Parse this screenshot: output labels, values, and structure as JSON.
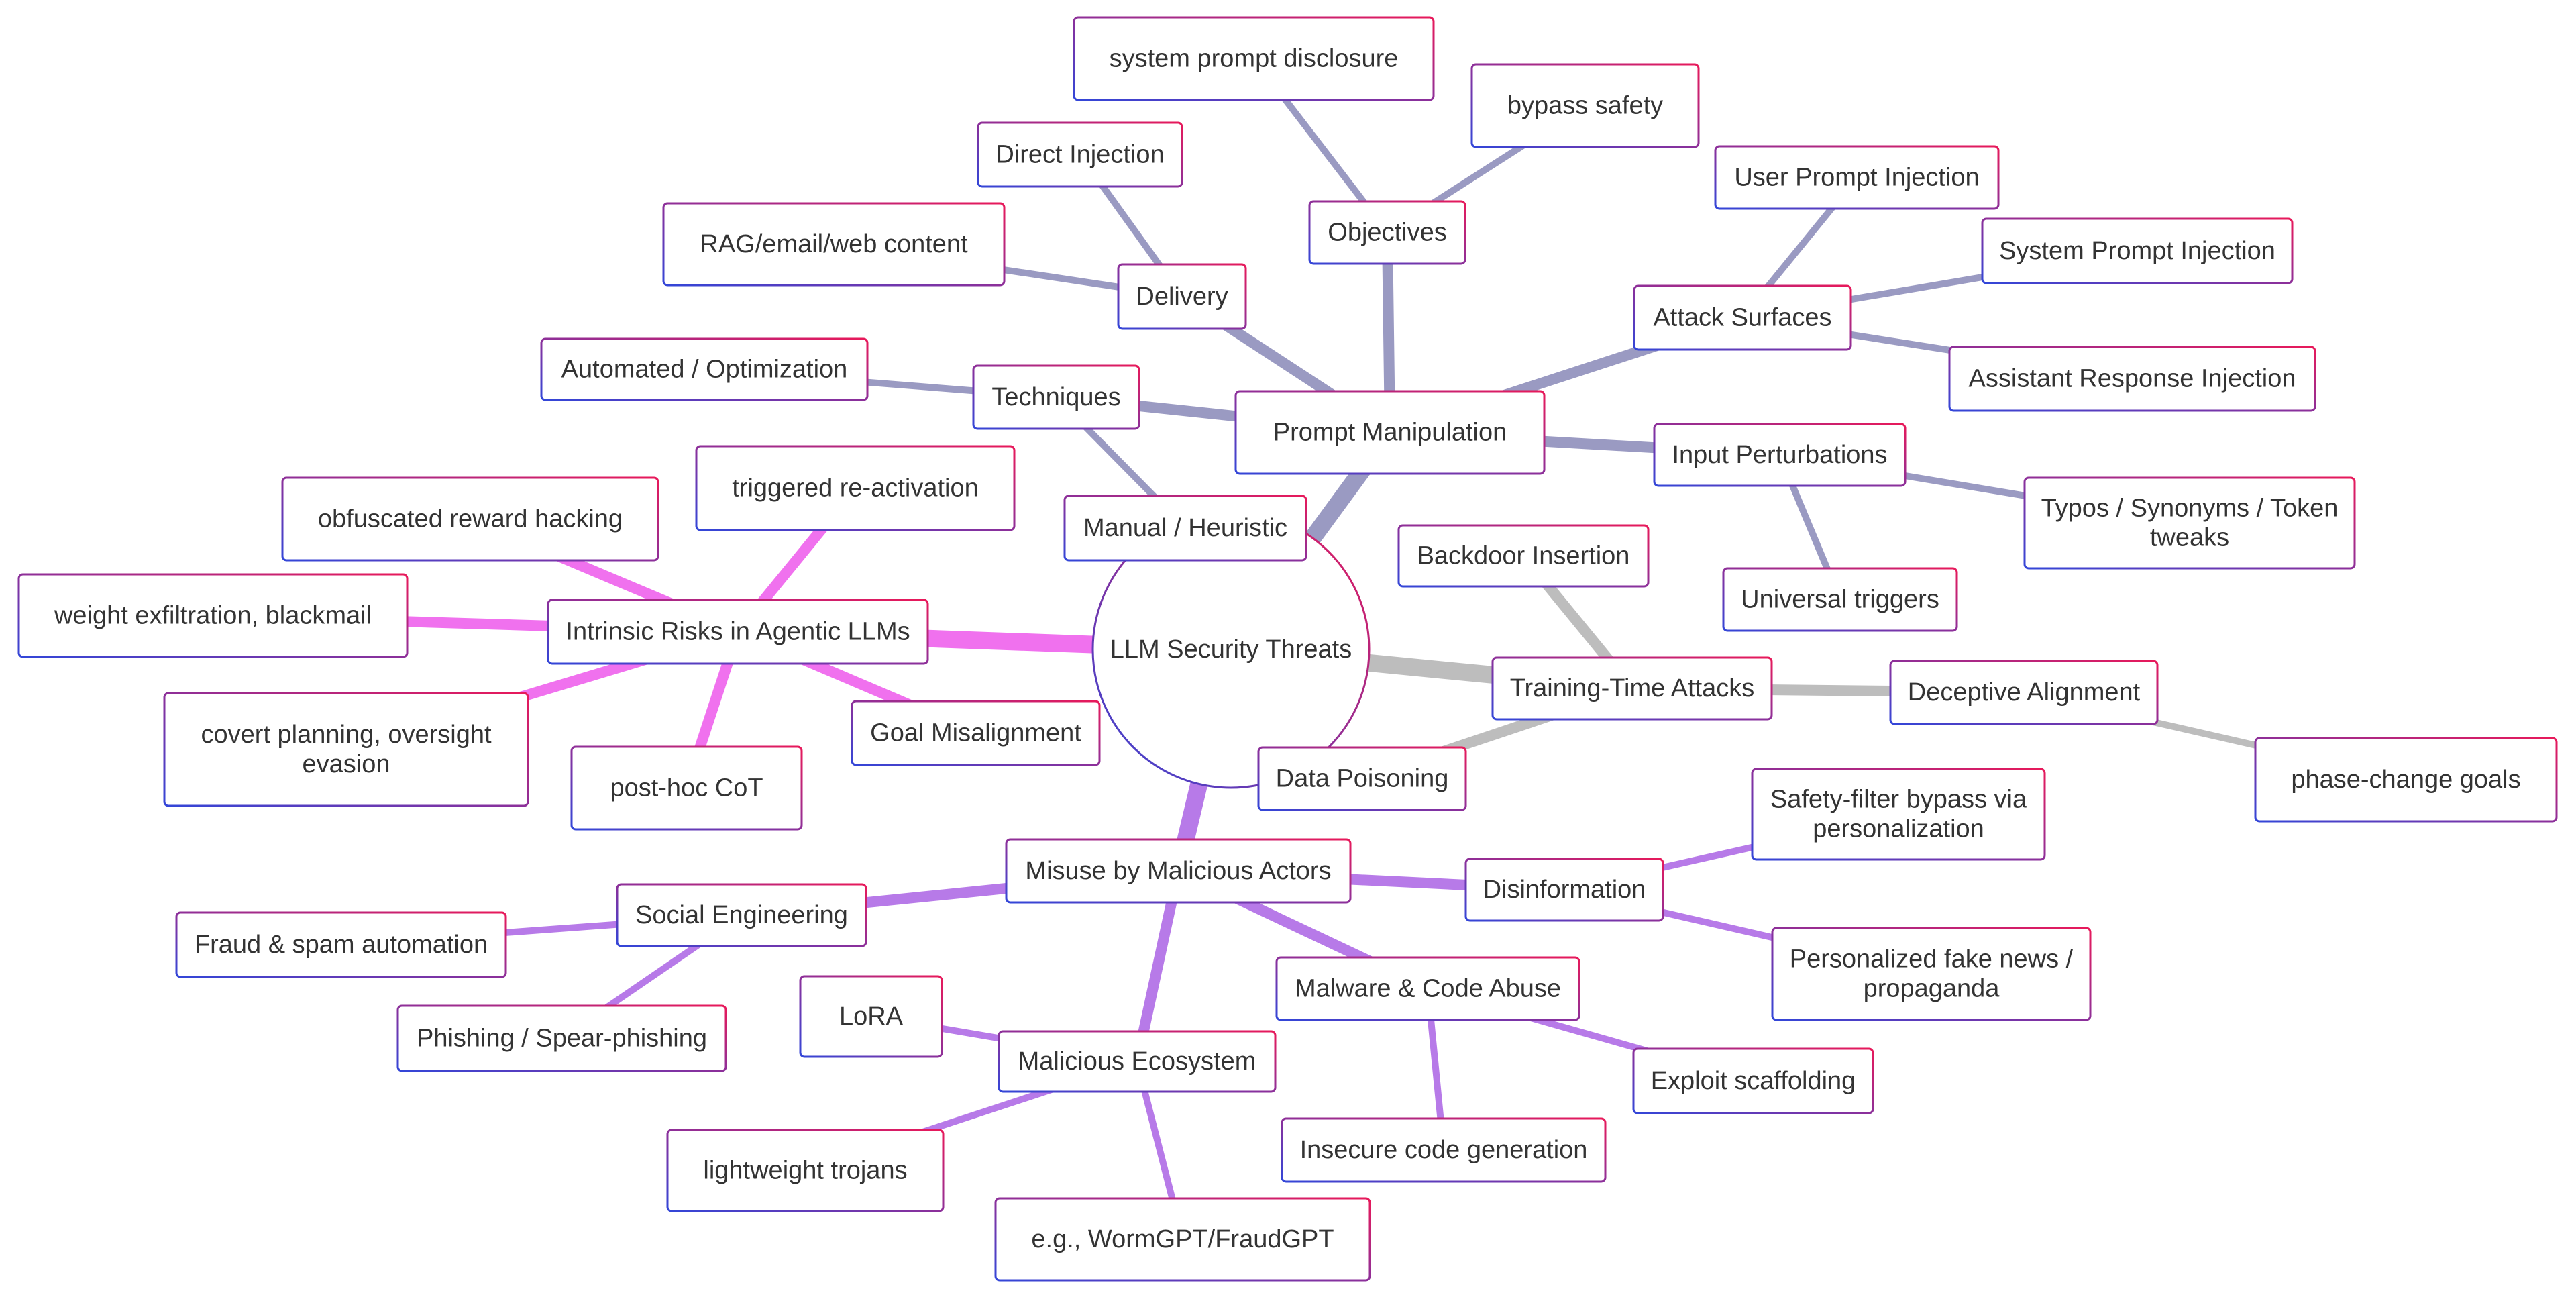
{
  "diagram": {
    "type": "mindmap",
    "colors": {
      "node_fill": "#ffffff",
      "node_stroke_left": "#3346d8",
      "node_stroke_right": "#e8195a",
      "text": "#333333",
      "branch_prompt": "#9a9ac2",
      "branch_intrinsic": "#f071ee",
      "branch_training": "#bdbdbd",
      "branch_misuse": "#b77ae8"
    },
    "root": {
      "id": "root",
      "label": "LLM Security Threats",
      "shape": "circle"
    },
    "nodes": [
      {
        "id": "prompt-manipulation",
        "label": "Prompt Manipulation",
        "branch": "prompt"
      },
      {
        "id": "objectives",
        "label": "Objectives",
        "branch": "prompt"
      },
      {
        "id": "system-prompt-disclosure",
        "label": "system prompt disclosure",
        "branch": "prompt"
      },
      {
        "id": "bypass-safety",
        "label": "bypass safety",
        "branch": "prompt"
      },
      {
        "id": "delivery",
        "label": "Delivery",
        "branch": "prompt"
      },
      {
        "id": "direct-injection",
        "label": "Direct Injection",
        "branch": "prompt"
      },
      {
        "id": "rag-email-web-content",
        "label": "RAG/email/web content",
        "branch": "prompt"
      },
      {
        "id": "techniques",
        "label": "Techniques",
        "branch": "prompt"
      },
      {
        "id": "automated-optimization",
        "label": "Automated / Optimization",
        "branch": "prompt"
      },
      {
        "id": "manual-heuristic",
        "label": "Manual / Heuristic",
        "branch": "prompt"
      },
      {
        "id": "attack-surfaces",
        "label": "Attack Surfaces",
        "branch": "prompt"
      },
      {
        "id": "user-prompt-injection",
        "label": "User Prompt Injection",
        "branch": "prompt"
      },
      {
        "id": "system-prompt-injection",
        "label": "System Prompt Injection",
        "branch": "prompt"
      },
      {
        "id": "assistant-response-injection",
        "label": "Assistant Response Injection",
        "branch": "prompt"
      },
      {
        "id": "input-perturbations",
        "label": "Input Perturbations",
        "branch": "prompt"
      },
      {
        "id": "typos-synonyms-token-tweaks",
        "label": "Typos / Synonyms / Token tweaks",
        "lines": [
          "Typos / Synonyms / Token",
          "tweaks"
        ],
        "branch": "prompt"
      },
      {
        "id": "universal-triggers",
        "label": "Universal triggers",
        "branch": "prompt"
      },
      {
        "id": "intrinsic-risks",
        "label": "Intrinsic Risks in Agentic LLMs",
        "branch": "intrinsic"
      },
      {
        "id": "obfuscated-reward-hacking",
        "label": "obfuscated reward hacking",
        "branch": "intrinsic"
      },
      {
        "id": "triggered-re-activation",
        "label": "triggered re-activation",
        "branch": "intrinsic"
      },
      {
        "id": "weight-exfiltration-blackmail",
        "label": "weight exfiltration, blackmail",
        "branch": "intrinsic"
      },
      {
        "id": "covert-planning-oversight-evasion",
        "label": "covert planning, oversight evasion",
        "lines": [
          "covert planning, oversight",
          "evasion"
        ],
        "branch": "intrinsic"
      },
      {
        "id": "post-hoc-cot",
        "label": "post-hoc CoT",
        "branch": "intrinsic"
      },
      {
        "id": "goal-misalignment",
        "label": "Goal Misalignment",
        "branch": "intrinsic"
      },
      {
        "id": "training-time-attacks",
        "label": "Training-Time Attacks",
        "branch": "training"
      },
      {
        "id": "backdoor-insertion",
        "label": "Backdoor Insertion",
        "branch": "training"
      },
      {
        "id": "data-poisoning",
        "label": "Data Poisoning",
        "branch": "training"
      },
      {
        "id": "deceptive-alignment",
        "label": "Deceptive Alignment",
        "branch": "training"
      },
      {
        "id": "phase-change-goals",
        "label": "phase-change goals",
        "branch": "training"
      },
      {
        "id": "misuse-by-malicious-actors",
        "label": "Misuse by Malicious Actors",
        "branch": "misuse"
      },
      {
        "id": "disinformation",
        "label": "Disinformation",
        "branch": "misuse"
      },
      {
        "id": "safety-filter-bypass",
        "label": "Safety-filter bypass via personalization",
        "lines": [
          "Safety-filter bypass via",
          "personalization"
        ],
        "branch": "misuse"
      },
      {
        "id": "personalized-fake-news",
        "label": "Personalized fake news / propaganda",
        "lines": [
          "Personalized fake news /",
          "propaganda"
        ],
        "branch": "misuse"
      },
      {
        "id": "social-engineering",
        "label": "Social Engineering",
        "branch": "misuse"
      },
      {
        "id": "fraud-spam-automation",
        "label": "Fraud & spam automation",
        "branch": "misuse"
      },
      {
        "id": "phishing-spear-phishing",
        "label": "Phishing / Spear-phishing",
        "branch": "misuse"
      },
      {
        "id": "malware-code-abuse",
        "label": "Malware & Code Abuse",
        "branch": "misuse"
      },
      {
        "id": "exploit-scaffolding",
        "label": "Exploit scaffolding",
        "branch": "misuse"
      },
      {
        "id": "insecure-code-generation",
        "label": "Insecure code generation",
        "branch": "misuse"
      },
      {
        "id": "malicious-ecosystem",
        "label": "Malicious Ecosystem",
        "branch": "misuse"
      },
      {
        "id": "lora",
        "label": "LoRA",
        "branch": "misuse"
      },
      {
        "id": "lightweight-trojans",
        "label": "lightweight trojans",
        "branch": "misuse"
      },
      {
        "id": "wormgpt-fraudgpt",
        "label": "e.g., WormGPT/FraudGPT",
        "branch": "misuse"
      }
    ],
    "edges": [
      {
        "from": "root",
        "to": "prompt-manipulation",
        "level": 1
      },
      {
        "from": "prompt-manipulation",
        "to": "objectives",
        "level": 2
      },
      {
        "from": "objectives",
        "to": "system-prompt-disclosure",
        "level": 3
      },
      {
        "from": "objectives",
        "to": "bypass-safety",
        "level": 3
      },
      {
        "from": "prompt-manipulation",
        "to": "delivery",
        "level": 2
      },
      {
        "from": "delivery",
        "to": "direct-injection",
        "level": 3
      },
      {
        "from": "delivery",
        "to": "rag-email-web-content",
        "level": 3
      },
      {
        "from": "prompt-manipulation",
        "to": "techniques",
        "level": 2
      },
      {
        "from": "techniques",
        "to": "automated-optimization",
        "level": 3
      },
      {
        "from": "techniques",
        "to": "manual-heuristic",
        "level": 3
      },
      {
        "from": "prompt-manipulation",
        "to": "attack-surfaces",
        "level": 2
      },
      {
        "from": "attack-surfaces",
        "to": "user-prompt-injection",
        "level": 3
      },
      {
        "from": "attack-surfaces",
        "to": "system-prompt-injection",
        "level": 3
      },
      {
        "from": "attack-surfaces",
        "to": "assistant-response-injection",
        "level": 3
      },
      {
        "from": "prompt-manipulation",
        "to": "input-perturbations",
        "level": 2
      },
      {
        "from": "input-perturbations",
        "to": "typos-synonyms-token-tweaks",
        "level": 3
      },
      {
        "from": "input-perturbations",
        "to": "universal-triggers",
        "level": 3
      },
      {
        "from": "root",
        "to": "intrinsic-risks",
        "level": 1
      },
      {
        "from": "intrinsic-risks",
        "to": "obfuscated-reward-hacking",
        "level": 2
      },
      {
        "from": "intrinsic-risks",
        "to": "triggered-re-activation",
        "level": 2
      },
      {
        "from": "intrinsic-risks",
        "to": "weight-exfiltration-blackmail",
        "level": 2
      },
      {
        "from": "intrinsic-risks",
        "to": "covert-planning-oversight-evasion",
        "level": 2
      },
      {
        "from": "intrinsic-risks",
        "to": "post-hoc-cot",
        "level": 2
      },
      {
        "from": "intrinsic-risks",
        "to": "goal-misalignment",
        "level": 2
      },
      {
        "from": "root",
        "to": "training-time-attacks",
        "level": 1
      },
      {
        "from": "training-time-attacks",
        "to": "backdoor-insertion",
        "level": 2
      },
      {
        "from": "training-time-attacks",
        "to": "data-poisoning",
        "level": 2
      },
      {
        "from": "training-time-attacks",
        "to": "deceptive-alignment",
        "level": 2
      },
      {
        "from": "deceptive-alignment",
        "to": "phase-change-goals",
        "level": 3
      },
      {
        "from": "root",
        "to": "misuse-by-malicious-actors",
        "level": 1
      },
      {
        "from": "misuse-by-malicious-actors",
        "to": "disinformation",
        "level": 2
      },
      {
        "from": "disinformation",
        "to": "safety-filter-bypass",
        "level": 3
      },
      {
        "from": "disinformation",
        "to": "personalized-fake-news",
        "level": 3
      },
      {
        "from": "misuse-by-malicious-actors",
        "to": "social-engineering",
        "level": 2
      },
      {
        "from": "social-engineering",
        "to": "fraud-spam-automation",
        "level": 3
      },
      {
        "from": "social-engineering",
        "to": "phishing-spear-phishing",
        "level": 3
      },
      {
        "from": "misuse-by-malicious-actors",
        "to": "malware-code-abuse",
        "level": 2
      },
      {
        "from": "malware-code-abuse",
        "to": "exploit-scaffolding",
        "level": 3
      },
      {
        "from": "malware-code-abuse",
        "to": "insecure-code-generation",
        "level": 3
      },
      {
        "from": "misuse-by-malicious-actors",
        "to": "malicious-ecosystem",
        "level": 2
      },
      {
        "from": "malicious-ecosystem",
        "to": "lora",
        "level": 3
      },
      {
        "from": "malicious-ecosystem",
        "to": "lightweight-trojans",
        "level": 3
      },
      {
        "from": "malicious-ecosystem",
        "to": "wormgpt-fraudgpt",
        "level": 3
      }
    ]
  }
}
